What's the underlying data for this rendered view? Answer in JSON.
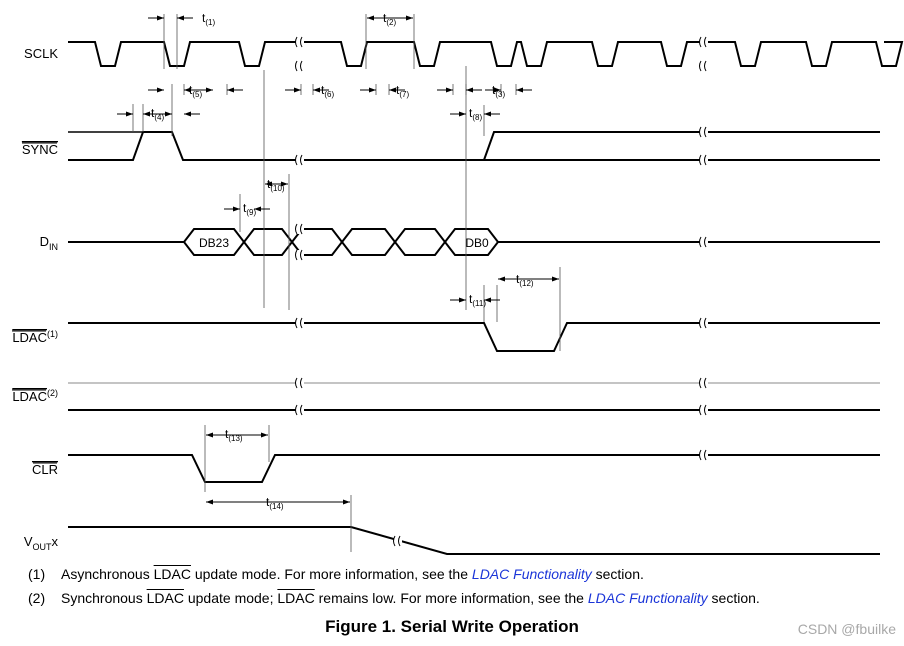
{
  "signals": {
    "sclk": {
      "name": "SCLK",
      "sub": "",
      "suffix": "",
      "sup": ""
    },
    "sync": {
      "name": "SYNC",
      "sub": "",
      "suffix": "",
      "sup": ""
    },
    "din": {
      "name": "D",
      "sub": "IN",
      "suffix": "",
      "sup": ""
    },
    "ldac1": {
      "name": "LDAC",
      "sub": "",
      "suffix": "",
      "sup": "(1)"
    },
    "ldac2": {
      "name": "LDAC",
      "sub": "",
      "suffix": "",
      "sup": "(2)"
    },
    "clr": {
      "name": "CLR",
      "sub": "",
      "suffix": "",
      "sup": ""
    },
    "vout": {
      "name": "V",
      "sub": "OUT",
      "suffix": "x",
      "sup": ""
    }
  },
  "data_words": {
    "first": "DB23",
    "last": "DB0"
  },
  "timing": {
    "t1": {
      "t": "t",
      "sub": "(1)"
    },
    "t2": {
      "t": "t",
      "sub": "(2)"
    },
    "t3": {
      "t": "t",
      "sub": "(3)"
    },
    "t4": {
      "t": "t",
      "sub": "(4)"
    },
    "t5": {
      "t": "t",
      "sub": "(5)"
    },
    "t6": {
      "t": "t",
      "sub": "(6)"
    },
    "t7": {
      "t": "t",
      "sub": "(7)"
    },
    "t8": {
      "t": "t",
      "sub": "(8)"
    },
    "t9": {
      "t": "t",
      "sub": "(9)"
    },
    "t10": {
      "t": "t",
      "sub": "(10)"
    },
    "t11": {
      "t": "t",
      "sub": "(11)"
    },
    "t12": {
      "t": "t",
      "sub": "(12)"
    },
    "t13": {
      "t": "t",
      "sub": "(13)"
    },
    "t14": {
      "t": "t",
      "sub": "(14)"
    }
  },
  "notes": [
    {
      "num": "(1)",
      "pre": "Asynchronous ",
      "over": "LDAC",
      "mid": " update mode. For more information, see the ",
      "over2": "",
      "mid2": "",
      "link": "LDAC Functionality",
      "post": " section."
    },
    {
      "num": "(2)",
      "pre": "Synchronous ",
      "over": "LDAC",
      "mid": " update mode; ",
      "over2": "LDAC",
      "mid2": " remains low. For more information, see the ",
      "link": "LDAC Functionality",
      "post": " section."
    }
  ],
  "caption": "Figure 1.  Serial Write Operation",
  "watermark": "CSDN @fbuilke",
  "colors": {
    "link": "#1b35d8",
    "trace": "#000000",
    "guide": "#555555",
    "watermark": "#a8a8a8"
  }
}
